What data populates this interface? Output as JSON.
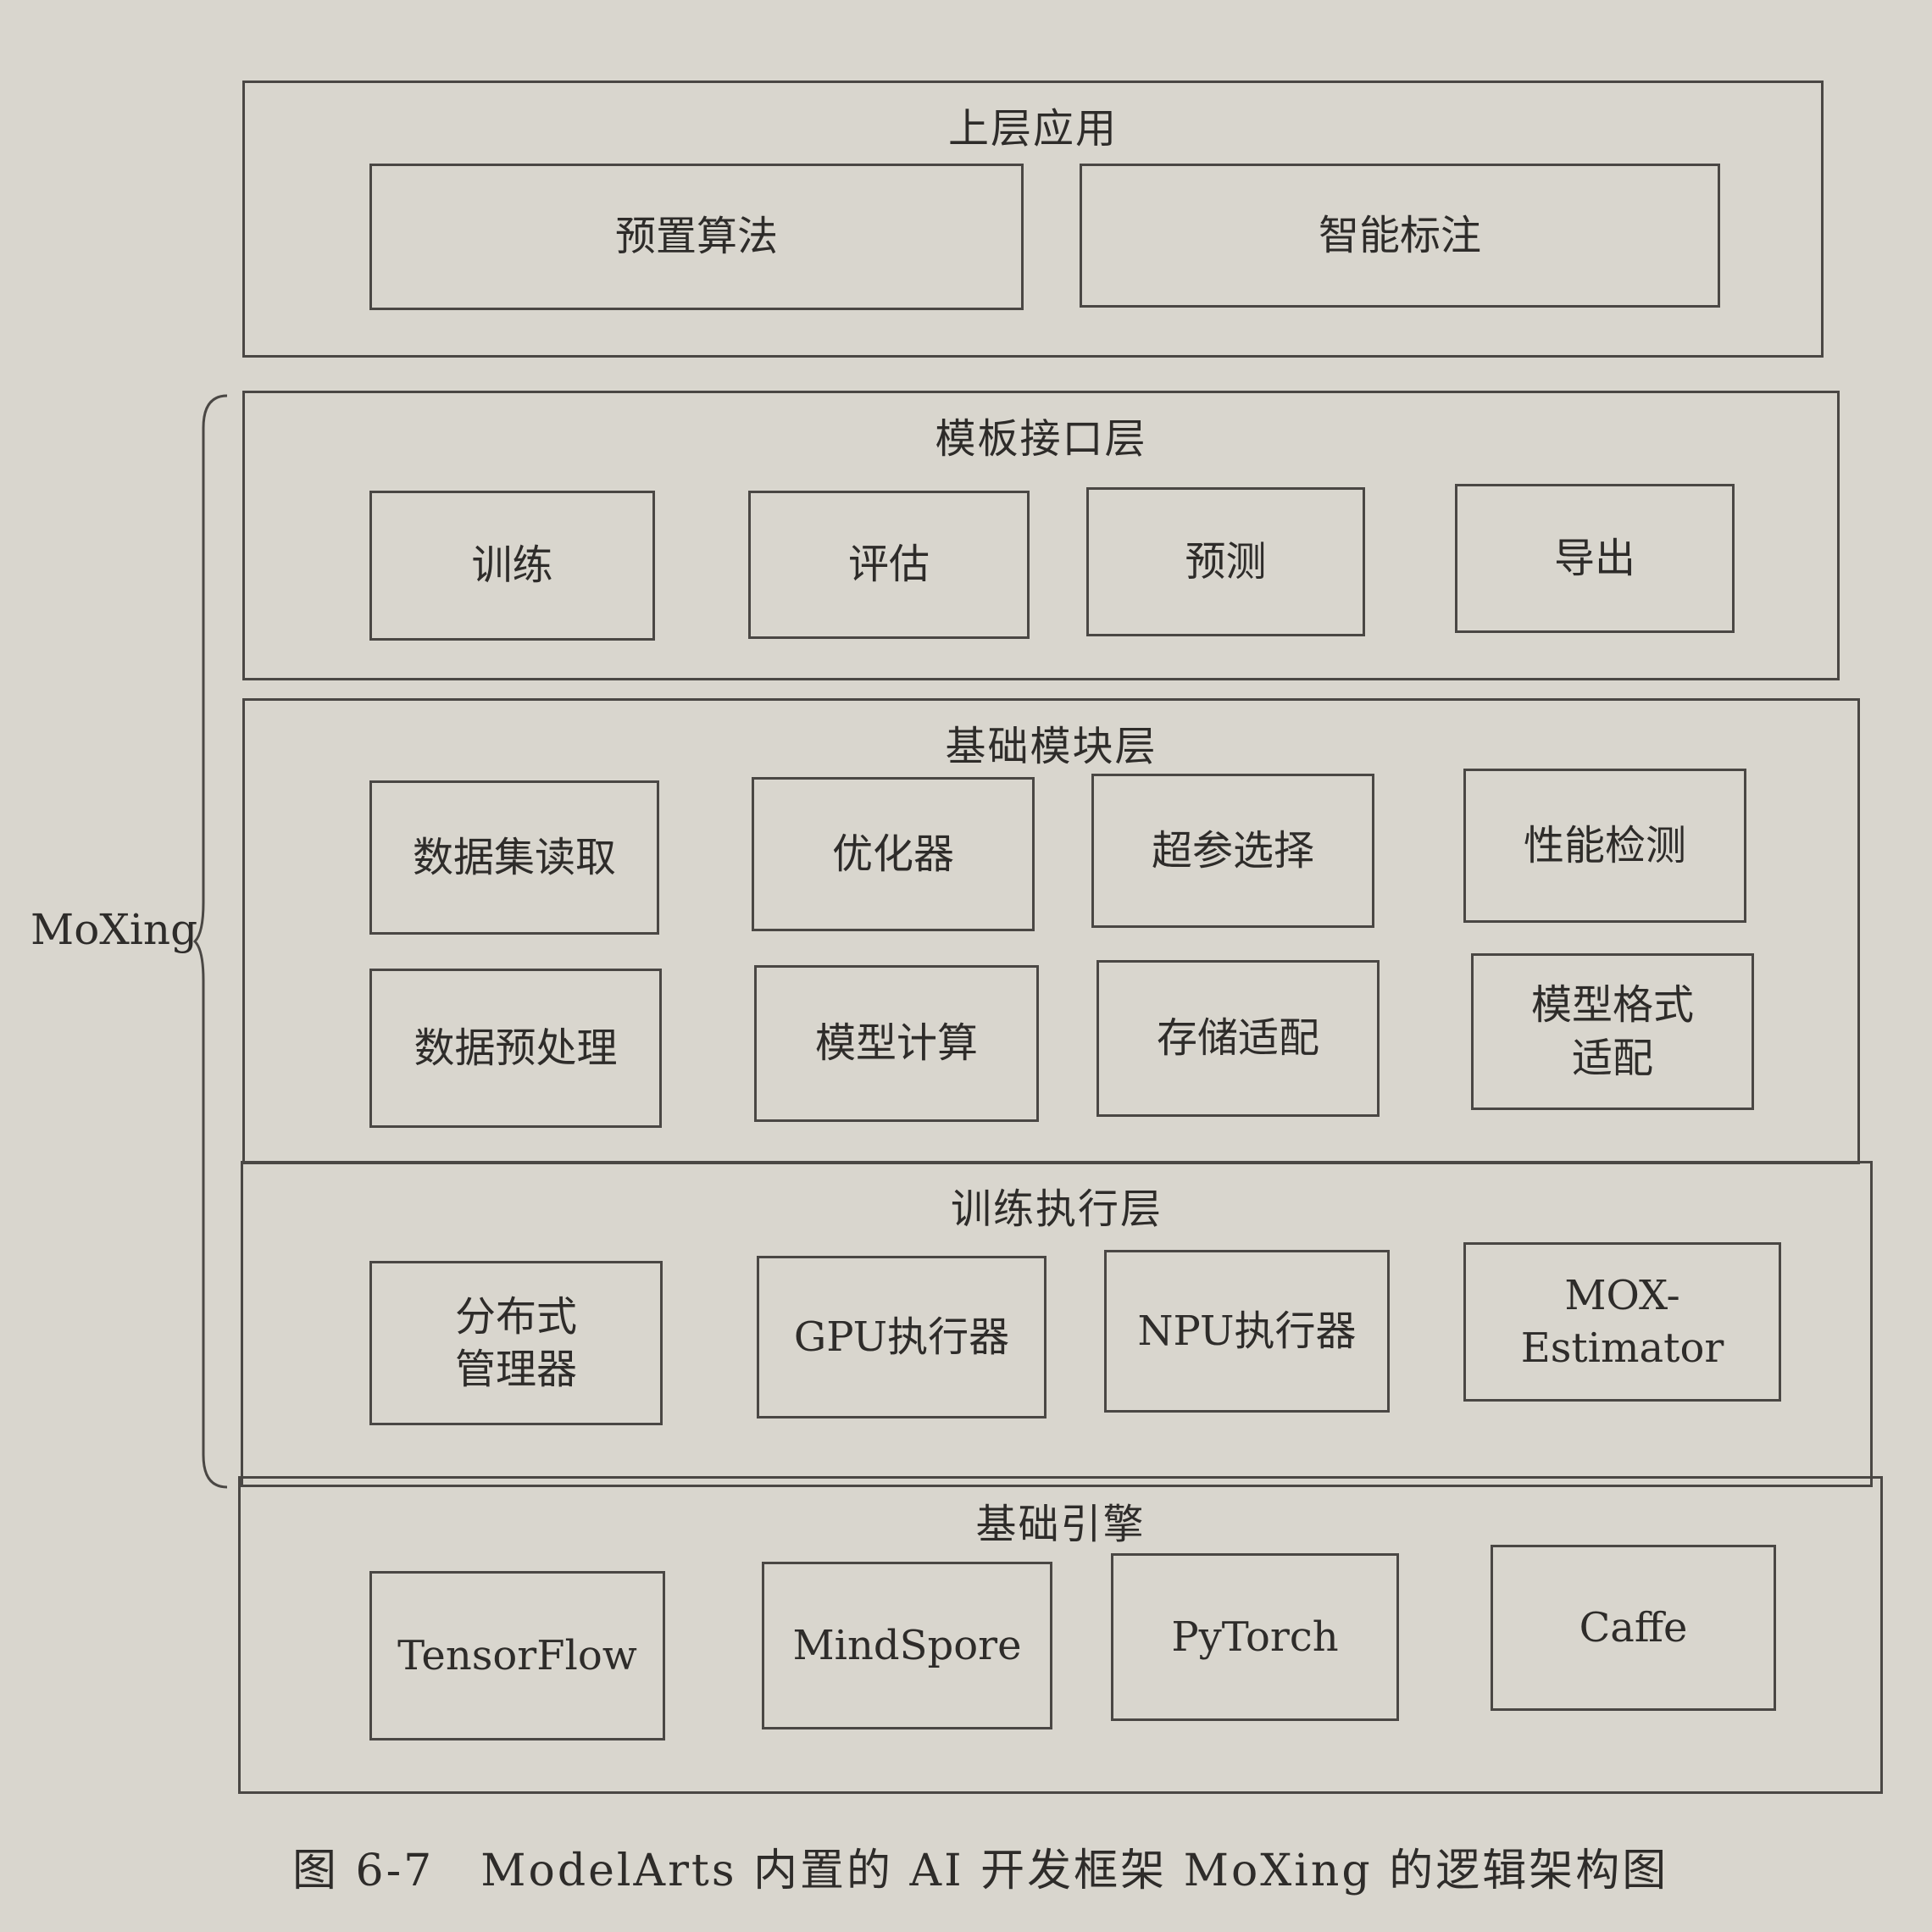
{
  "side_label": "MoXing",
  "layers": [
    {
      "title": "上层应用",
      "items": [
        "预置算法",
        "智能标注"
      ]
    },
    {
      "title": "模板接口层",
      "items": [
        "训练",
        "评估",
        "预测",
        "导出"
      ]
    },
    {
      "title": "基础模块层",
      "items": [
        "数据集读取",
        "优化器",
        "超参选择",
        "性能检测",
        "数据预处理",
        "模型计算",
        "存储适配",
        "模型格式\n适配"
      ]
    },
    {
      "title": "训练执行层",
      "items": [
        "分布式\n管理器",
        "GPU执行器",
        "NPU执行器",
        "MOX-Estimator"
      ]
    },
    {
      "title": "基础引擎",
      "items": [
        "TensorFlow",
        "MindSpore",
        "PyTorch",
        "Caffe"
      ]
    }
  ],
  "caption": "图 6-7　ModelArts 内置的 AI 开发框架 MoXing 的逻辑架构图"
}
